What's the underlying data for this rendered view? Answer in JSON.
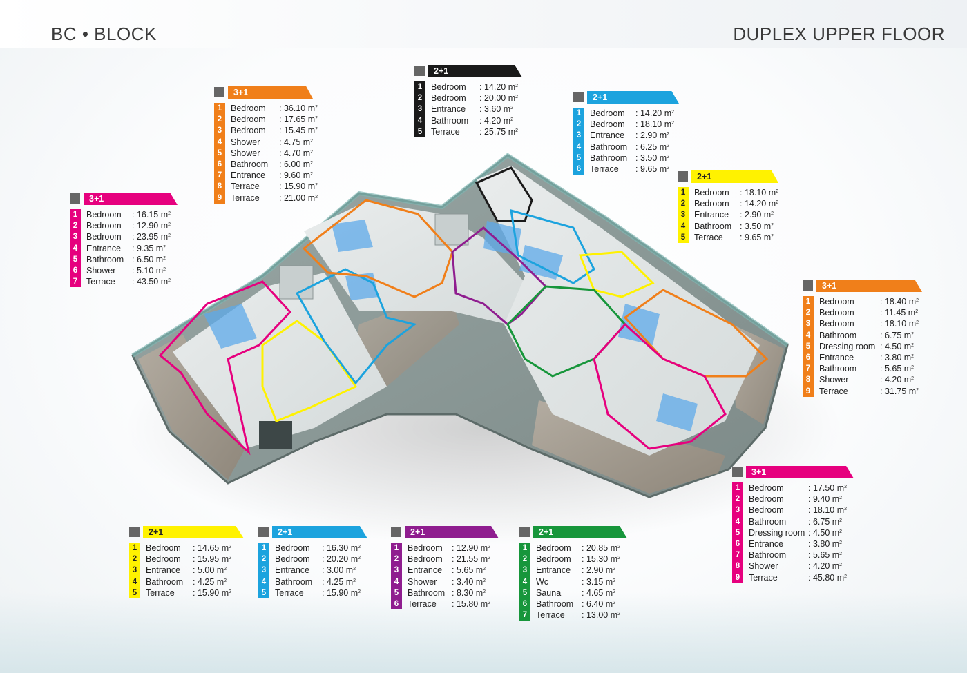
{
  "header": {
    "block_title": "BC • BLOCK",
    "floor_title": "DUPLEX UPPER FLOOR"
  },
  "unit_note": "m²",
  "colors": {
    "orange": "#f07f1a",
    "black": "#1a1a1a",
    "blue": "#1ca3de",
    "yellow": "#fff200",
    "magenta": "#e6007e",
    "purple": "#8f1d8f",
    "green": "#17963b",
    "grey_square": "#666666"
  },
  "legends": [
    {
      "type": "3+1",
      "color": "orange",
      "rooms": [
        {
          "no": "1",
          "name": "Bedroom",
          "area": ": 36.10 m"
        },
        {
          "no": "2",
          "name": "Bedroom",
          "area": ": 17.65 m"
        },
        {
          "no": "3",
          "name": "Bedroom",
          "area": ": 15.45 m"
        },
        {
          "no": "4",
          "name": "Shower",
          "area": ":   4.75 m"
        },
        {
          "no": "5",
          "name": "Shower",
          "area": ":   4.70 m"
        },
        {
          "no": "6",
          "name": "Bathroom",
          "area": ":   6.00 m"
        },
        {
          "no": "7",
          "name": "Entrance",
          "area": ":   9.60 m"
        },
        {
          "no": "8",
          "name": "Terrace",
          "area": ": 15.90 m"
        },
        {
          "no": "9",
          "name": "Terrace",
          "area": ": 21.00 m"
        }
      ]
    },
    {
      "type": "2+1",
      "color": "black",
      "rooms": [
        {
          "no": "1",
          "name": "Bedroom",
          "area": ": 14.20 m"
        },
        {
          "no": "2",
          "name": "Bedroom",
          "area": ": 20.00 m"
        },
        {
          "no": "3",
          "name": "Entrance",
          "area": ":   3.60 m"
        },
        {
          "no": "4",
          "name": "Bathroom",
          "area": ":   4.20 m"
        },
        {
          "no": "5",
          "name": "Terrace",
          "area": ": 25.75 m"
        }
      ]
    },
    {
      "type": "2+1",
      "color": "blue",
      "rooms": [
        {
          "no": "1",
          "name": "Bedroom",
          "area": ": 14.20 m"
        },
        {
          "no": "2",
          "name": "Bedroom",
          "area": ": 18.10 m"
        },
        {
          "no": "3",
          "name": "Entrance",
          "area": ":   2.90 m"
        },
        {
          "no": "4",
          "name": "Bathroom",
          "area": ":   6.25 m"
        },
        {
          "no": "5",
          "name": "Bathroom",
          "area": ":   3.50 m"
        },
        {
          "no": "6",
          "name": "Terrace",
          "area": ":   9.65 m"
        }
      ]
    },
    {
      "type": "2+1",
      "color": "yellow",
      "rooms": [
        {
          "no": "1",
          "name": "Bedroom",
          "area": ": 18.10 m"
        },
        {
          "no": "2",
          "name": "Bedroom",
          "area": ": 14.20 m"
        },
        {
          "no": "3",
          "name": "Entrance",
          "area": ":   2.90 m"
        },
        {
          "no": "4",
          "name": "Bathroom",
          "area": ":   3.50 m"
        },
        {
          "no": "5",
          "name": "Terrace",
          "area": ":   9.65 m"
        }
      ]
    },
    {
      "type": "3+1",
      "color": "magenta",
      "rooms": [
        {
          "no": "1",
          "name": "Bedroom",
          "area": ": 16.15 m"
        },
        {
          "no": "2",
          "name": "Bedroom",
          "area": ": 12.90 m"
        },
        {
          "no": "3",
          "name": "Bedroom",
          "area": ": 23.95 m"
        },
        {
          "no": "4",
          "name": "Entrance",
          "area": ":   9.35 m"
        },
        {
          "no": "5",
          "name": "Bathroom",
          "area": ":   6.50 m"
        },
        {
          "no": "6",
          "name": "Shower",
          "area": ":   5.10 m"
        },
        {
          "no": "7",
          "name": "Terrace",
          "area": ": 43.50 m"
        }
      ]
    },
    {
      "type": "3+1",
      "color": "orange",
      "rooms": [
        {
          "no": "1",
          "name": "Bedroom",
          "area": ": 18.40 m"
        },
        {
          "no": "2",
          "name": "Bedroom",
          "area": ": 11.45 m"
        },
        {
          "no": "3",
          "name": "Bedroom",
          "area": ": 18.10 m"
        },
        {
          "no": "4",
          "name": "Bathroom",
          "area": ":   6.75 m"
        },
        {
          "no": "5",
          "name": "Dressing room",
          "area": ":   4.50 m"
        },
        {
          "no": "6",
          "name": "Entrance",
          "area": ":   3.80 m"
        },
        {
          "no": "7",
          "name": "Bathroom",
          "area": ":   5.65 m"
        },
        {
          "no": "8",
          "name": "Shower",
          "area": ":   4.20 m"
        },
        {
          "no": "9",
          "name": "Terrace",
          "area": ": 31.75 m"
        }
      ]
    },
    {
      "type": "3+1",
      "color": "magenta",
      "rooms": [
        {
          "no": "1",
          "name": "Bedroom",
          "area": ": 17.50 m"
        },
        {
          "no": "2",
          "name": "Bedroom",
          "area": ":   9.40 m"
        },
        {
          "no": "3",
          "name": "Bedroom",
          "area": ": 18.10 m"
        },
        {
          "no": "4",
          "name": "Bathroom",
          "area": ":   6.75 m"
        },
        {
          "no": "5",
          "name": "Dressing room",
          "area": ":   4.50 m"
        },
        {
          "no": "6",
          "name": "Entrance",
          "area": ":   3.80 m"
        },
        {
          "no": "7",
          "name": "Bathroom",
          "area": ":   5.65 m"
        },
        {
          "no": "8",
          "name": "Shower",
          "area": ":   4.20 m"
        },
        {
          "no": "9",
          "name": "Terrace",
          "area": ": 45.80 m"
        }
      ]
    },
    {
      "type": "2+1",
      "color": "yellow",
      "rooms": [
        {
          "no": "1",
          "name": "Bedroom",
          "area": ": 14.65 m"
        },
        {
          "no": "2",
          "name": "Bedroom",
          "area": ": 15.95 m"
        },
        {
          "no": "3",
          "name": "Entrance",
          "area": ":   5.00 m"
        },
        {
          "no": "4",
          "name": "Bathroom",
          "area": ":   4.25 m"
        },
        {
          "no": "5",
          "name": "Terrace",
          "area": ": 15.90 m"
        }
      ]
    },
    {
      "type": "2+1",
      "color": "blue",
      "rooms": [
        {
          "no": "1",
          "name": "Bedroom",
          "area": ": 16.30 m"
        },
        {
          "no": "2",
          "name": "Bedroom",
          "area": ": 20.20 m"
        },
        {
          "no": "3",
          "name": "Entrance",
          "area": ":   3.00 m"
        },
        {
          "no": "4",
          "name": "Bathroom",
          "area": ":   4.25 m"
        },
        {
          "no": "5",
          "name": "Terrace",
          "area": ": 15.90 m"
        }
      ]
    },
    {
      "type": "2+1",
      "color": "purple",
      "rooms": [
        {
          "no": "1",
          "name": "Bedroom",
          "area": ": 12.90 m"
        },
        {
          "no": "2",
          "name": "Bedroom",
          "area": ": 21.55 m"
        },
        {
          "no": "3",
          "name": "Entrance",
          "area": ":   5.65 m"
        },
        {
          "no": "4",
          "name": "Shower",
          "area": ":   3.40 m"
        },
        {
          "no": "5",
          "name": "Bathroom",
          "area": ":   8.30 m"
        },
        {
          "no": "6",
          "name": "Terrace",
          "area": ": 15.80 m"
        }
      ]
    },
    {
      "type": "2+1",
      "color": "green",
      "rooms": [
        {
          "no": "1",
          "name": "Bedroom",
          "area": ": 20.85 m"
        },
        {
          "no": "2",
          "name": "Bedroom",
          "area": ": 15.30 m"
        },
        {
          "no": "3",
          "name": "Entrance",
          "area": ":   2.90 m"
        },
        {
          "no": "4",
          "name": "Wc",
          "area": ":   3.15 m"
        },
        {
          "no": "5",
          "name": "Sauna",
          "area": ":   4.65 m"
        },
        {
          "no": "6",
          "name": "Bathroom",
          "area": ":   6.40 m"
        },
        {
          "no": "7",
          "name": "Terrace",
          "area": ": 13.00 m"
        }
      ]
    }
  ]
}
